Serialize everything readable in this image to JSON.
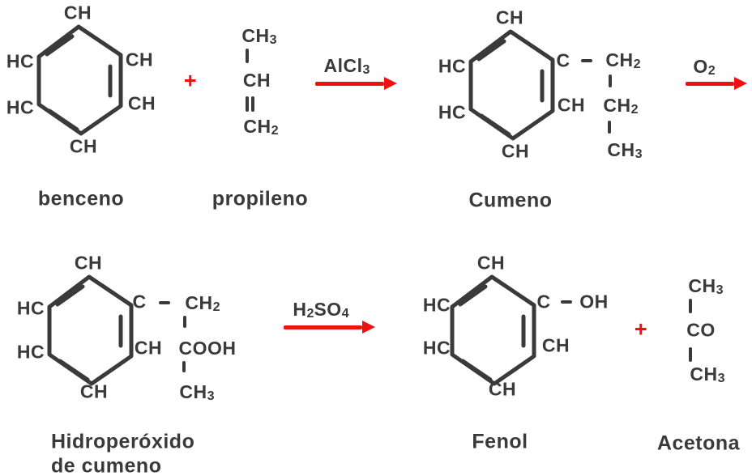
{
  "palette": {
    "ink": "#3a3a3a",
    "accent_red": "#ed1111",
    "background": "#ffffff"
  },
  "operators": {
    "plus_top": "+",
    "plus_bottom": "+"
  },
  "catalysts": {
    "alcl3": {
      "tokens": [
        {
          "t": "AlCl",
          "s": "3"
        }
      ]
    },
    "o2": {
      "tokens": [
        {
          "t": "O",
          "s": "2"
        }
      ]
    },
    "h2so4": {
      "tokens": [
        {
          "t": "H",
          "s": "2"
        },
        {
          "t": "SO",
          "s": "4"
        }
      ]
    }
  },
  "molecules": {
    "benceno": {
      "name": "benceno",
      "ring": {
        "top": "CH",
        "upper_left": "HC",
        "lower_left": "HC",
        "bottom": "CH",
        "upper_right": "CH",
        "lower_right": "CH"
      }
    },
    "propileno": {
      "name": "propileno",
      "chain": [
        {
          "t": "CH",
          "s": "3"
        },
        {
          "t": "CH",
          "s": ""
        },
        {
          "t": "CH",
          "s": "2"
        }
      ]
    },
    "cumeno": {
      "name": "Cumeno",
      "ring": {
        "top": "CH",
        "upper_left": "HC",
        "lower_left": "HC",
        "bottom": "CH",
        "upper_right": "C",
        "lower_right": "CH"
      },
      "chain": {
        "ch2_top": {
          "t": "CH",
          "s": "2"
        },
        "ch2_mid": {
          "t": "CH",
          "s": "2"
        },
        "ch3": {
          "t": "CH",
          "s": "3"
        }
      }
    },
    "hidroperoxido": {
      "name_line1": "Hidroperóxido",
      "name_line2": "de cumeno",
      "ring": {
        "top": "CH",
        "upper_left": "HC",
        "lower_left": "HC",
        "bottom": "CH",
        "upper_right": "C",
        "lower_right": "CH"
      },
      "chain": {
        "ch2": {
          "t": "CH",
          "s": "2"
        },
        "cooh": {
          "t": "COOH",
          "s": ""
        },
        "ch3": {
          "t": "CH",
          "s": "3"
        }
      }
    },
    "fenol": {
      "name": "Fenol",
      "ring": {
        "top": "CH",
        "upper_left": "HC",
        "lower_left": "HC",
        "bottom": "CH",
        "upper_right": "C",
        "lower_right": "CH"
      },
      "chain": {
        "oh": "OH"
      }
    },
    "acetona": {
      "name": "Acetona",
      "chain": {
        "ch3_top": {
          "t": "CH",
          "s": "3"
        },
        "co": "CO",
        "ch3_bottom": {
          "t": "CH",
          "s": "3"
        }
      }
    }
  }
}
